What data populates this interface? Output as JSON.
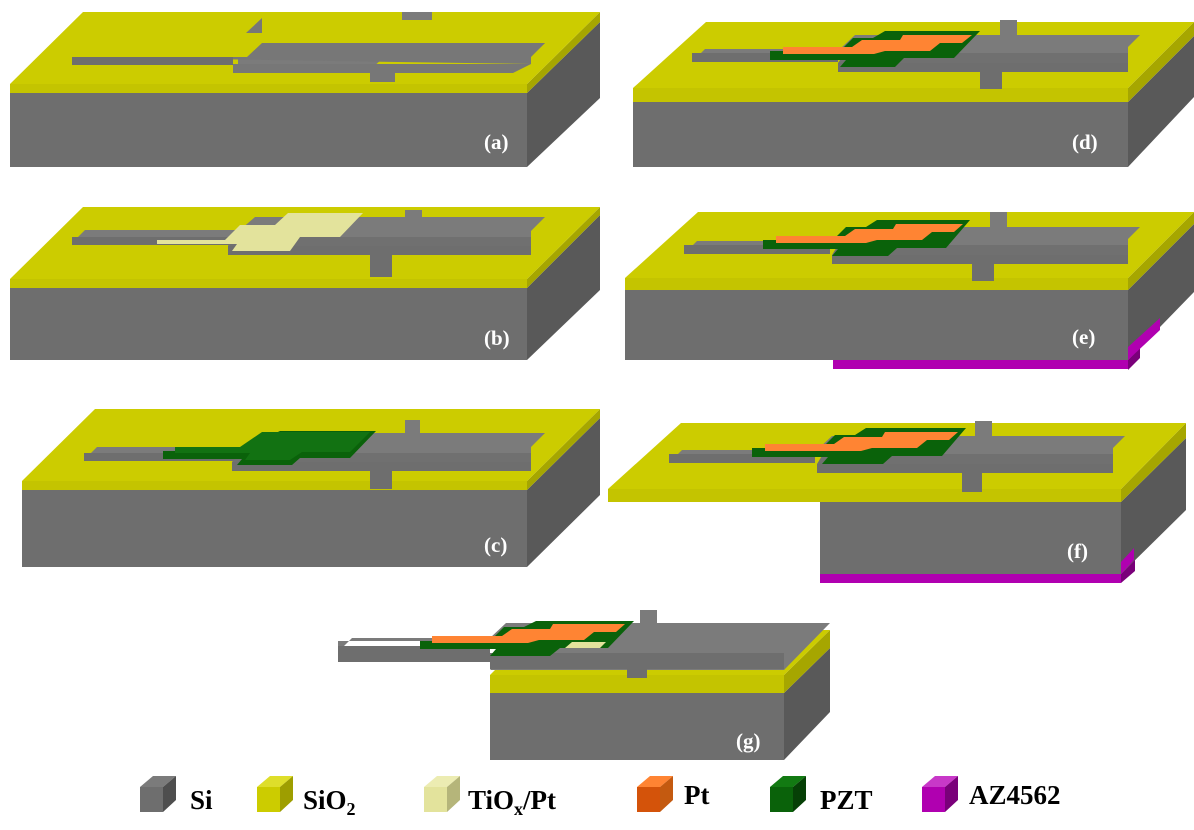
{
  "figure": {
    "panels": [
      {
        "id": "a",
        "label": "(a)",
        "layers": [
          "si-substrate",
          "sio2",
          "si-beam"
        ],
        "backside_resist": false,
        "released": false
      },
      {
        "id": "b",
        "label": "(b)",
        "layers": [
          "si-substrate",
          "sio2",
          "si-beam",
          "tiox-pt"
        ],
        "backside_resist": false,
        "released": false
      },
      {
        "id": "c",
        "label": "(c)",
        "layers": [
          "si-substrate",
          "sio2",
          "si-beam",
          "pzt"
        ],
        "backside_resist": false,
        "released": false
      },
      {
        "id": "d",
        "label": "(d)",
        "layers": [
          "si-substrate",
          "sio2",
          "si-beam",
          "pzt",
          "pt"
        ],
        "backside_resist": false,
        "released": false
      },
      {
        "id": "e",
        "label": "(e)",
        "layers": [
          "si-substrate",
          "sio2",
          "si-beam",
          "pzt",
          "pt",
          "az4562"
        ],
        "backside_resist": true,
        "released": false
      },
      {
        "id": "f",
        "label": "(f)",
        "layers": [
          "si-substrate",
          "sio2",
          "si-beam",
          "pzt",
          "pt",
          "az4562"
        ],
        "backside_resist": true,
        "released": "partial"
      },
      {
        "id": "g",
        "label": "(g)",
        "layers": [
          "si-substrate",
          "sio2",
          "si-beam",
          "pzt",
          "pt",
          "tiox-pt"
        ],
        "backside_resist": false,
        "released": true
      }
    ],
    "legend": [
      {
        "key": "si",
        "label": "Si",
        "sub": "",
        "tail": "",
        "color": "#6e6e6e",
        "dark": "#4e4e4e"
      },
      {
        "key": "sio2",
        "label": "SiO",
        "sub": "2",
        "tail": "",
        "color": "#cccc00",
        "dark": "#9e9e00"
      },
      {
        "key": "tiox-pt",
        "label": "TiO",
        "sub": "x",
        "tail": "/Pt",
        "color": "#e3e39c",
        "dark": "#b5b57a"
      },
      {
        "key": "pt",
        "label": "Pt",
        "sub": "",
        "tail": "",
        "color": "#ff8433",
        "dark": "#c45a10"
      },
      {
        "key": "pzt",
        "label": "PZT",
        "sub": "",
        "tail": "",
        "color": "#0a620a",
        "dark": "#064006"
      },
      {
        "key": "az4562",
        "label": "AZ4562",
        "sub": "",
        "tail": "",
        "color": "#b000b0",
        "dark": "#7a007a"
      }
    ],
    "colors": {
      "si_front": "#6e6e6e",
      "si_top": "#7b7b7b",
      "si_side": "#595959",
      "sio2_top": "#cccc00",
      "sio2_front": "#c4c400",
      "sio2_side": "#a6a600",
      "tiox_pt": "#e3e39c",
      "pt": "#ff8433",
      "pzt": "#0a620a",
      "az4562": "#b000b0"
    }
  }
}
